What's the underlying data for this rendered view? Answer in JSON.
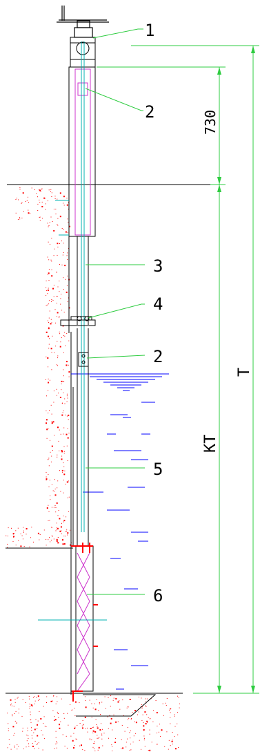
{
  "drawing": {
    "callouts": [
      {
        "id": "c1",
        "label": "1"
      },
      {
        "id": "c2a",
        "label": "2"
      },
      {
        "id": "c3",
        "label": "3"
      },
      {
        "id": "c4",
        "label": "4"
      },
      {
        "id": "c2b",
        "label": "2"
      },
      {
        "id": "c5",
        "label": "5"
      },
      {
        "id": "c6",
        "label": "6"
      }
    ],
    "dimensions": {
      "upper": "730",
      "lower": "KT",
      "overall": "T"
    },
    "colors": {
      "leader": "#2ecc40",
      "outline": "#000000",
      "stem": "#00b0b0",
      "frame": "#cc33cc",
      "water": "#0000ff",
      "concrete": "#ff0000",
      "gate_mark": "#ff0000"
    }
  }
}
